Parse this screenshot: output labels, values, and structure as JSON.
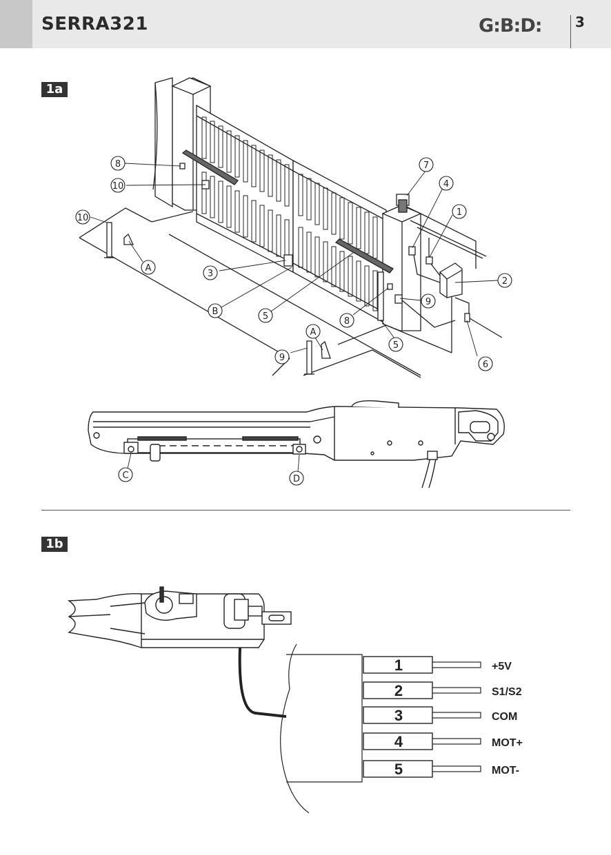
{
  "header": {
    "title": "SERRA321",
    "logo": "G:B:D:",
    "page_number": "3"
  },
  "figures": {
    "fig1a_label": "1a",
    "fig1b_label": "1b"
  },
  "callouts_1a": {
    "c8a": "8",
    "c10a": "10",
    "c10b": "10",
    "cAa": "A",
    "c3": "3",
    "cB": "B",
    "c5a": "5",
    "c8b": "8",
    "c7": "7",
    "c4": "4",
    "c1": "1",
    "c2": "2",
    "c9a": "9",
    "c6": "6",
    "c5b": "5",
    "cAb": "A",
    "c9b": "9"
  },
  "callouts_actuator": {
    "cC": "C",
    "cD": "D"
  },
  "terminals": [
    {
      "number": "1",
      "label": "+5V"
    },
    {
      "number": "2",
      "label": "S1/S2"
    },
    {
      "number": "3",
      "label": "COM"
    },
    {
      "number": "4",
      "label": "MOT+"
    },
    {
      "number": "5",
      "label": "MOT-"
    }
  ]
}
